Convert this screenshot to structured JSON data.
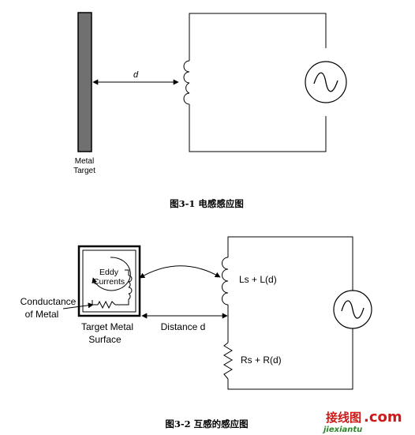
{
  "figure1": {
    "distance_label": "d",
    "target_label_line1": "Metal",
    "target_label_line2": "Target",
    "caption": "图3-1 电感感应图"
  },
  "figure2": {
    "eddy_line1": "Eddy",
    "eddy_line2": "Currents",
    "conductance_line1": "Conductance",
    "conductance_line2": "of Metal",
    "surface_line1": "Target Metal",
    "surface_line2": "Surface",
    "distance_label": "Distance d",
    "inductance_label": "Ls + L(d)",
    "resistance_label": "Rs + R(d)",
    "caption": "图3-2 互感的感应图"
  },
  "watermark": {
    "logo_text": "接线图",
    "logo_suffix": ".com",
    "url_text": "jiexiantu"
  },
  "colors": {
    "target_fill": "#707070",
    "line": "#000000",
    "watermark_red": "#cc1a1a",
    "watermark_green": "#2a8a2a"
  }
}
